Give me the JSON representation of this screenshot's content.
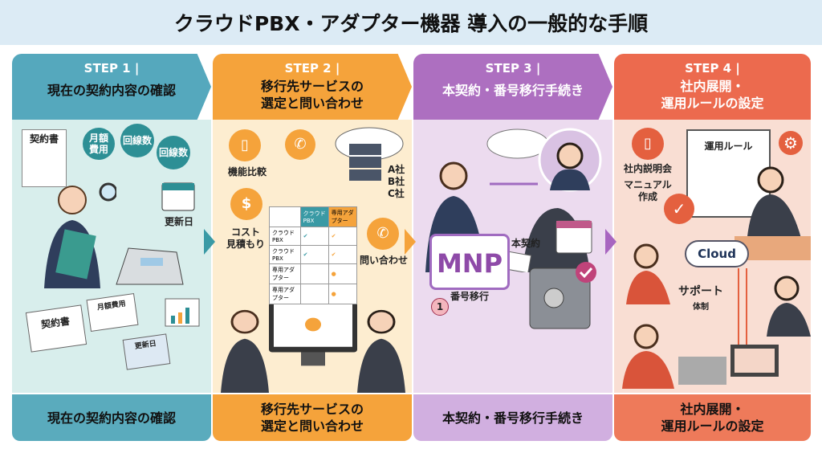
{
  "title": "クラウドPBX・アダプター機器 導入の一般的な手順",
  "colors": {
    "step1": "#55a8bd",
    "step2": "#f5a33b",
    "step3": "#ad6fc0",
    "step4": "#ec6a4e"
  },
  "steps": [
    {
      "step": "STEP 1 |",
      "name": "現在の契約内容の確認",
      "footer": "現在の契約内容の確認",
      "labels": {
        "contract": "契約書",
        "monthly_fee": "月額\n費用",
        "lines1": "回線数",
        "lines2": "回線数",
        "renewal": "更新日",
        "doc_stack1": "契約書",
        "doc_stack2": "月額費用",
        "calc": "更新日"
      }
    },
    {
      "step": "STEP 2 |",
      "name": "移行先サービスの\n選定と問い合わせ",
      "footer": "移行先サービスの\n選定と問い合わせ",
      "labels": {
        "feature_compare": "機能比較",
        "cost_estimate": "コスト\n見積もり",
        "vendors": "A社\nB社\nC社",
        "inquiry": "問い合わせ"
      },
      "table": {
        "headers": [
          "",
          "クラウドPBX",
          "専用アダプター"
        ],
        "rows": [
          [
            "クラウドPBX",
            "✔",
            "✔"
          ],
          [
            "クラウドPBX",
            "✔",
            "✔"
          ],
          [
            "専用アダプター",
            "",
            "●"
          ],
          [
            "専用アダプター",
            "",
            "●"
          ]
        ]
      }
    },
    {
      "step": "STEP 3 |",
      "name": "本契約・番号移行手続き",
      "footer": "本契約・番号移行手続き",
      "labels": {
        "mnp": "MNP",
        "number_port": "番号移行",
        "main_contract": "本契約",
        "one": "1"
      }
    },
    {
      "step": "STEP 4 |",
      "name": "社内展開・\n運用ルールの設定",
      "footer": "社内展開・\n運用ルールの設定",
      "labels": {
        "ops_rules": "運用ルール",
        "briefing": "社内説明会",
        "manual": "マニュアル\n作成",
        "cloud": "Cloud",
        "support": "サポート",
        "support_sub": "体制"
      }
    }
  ]
}
